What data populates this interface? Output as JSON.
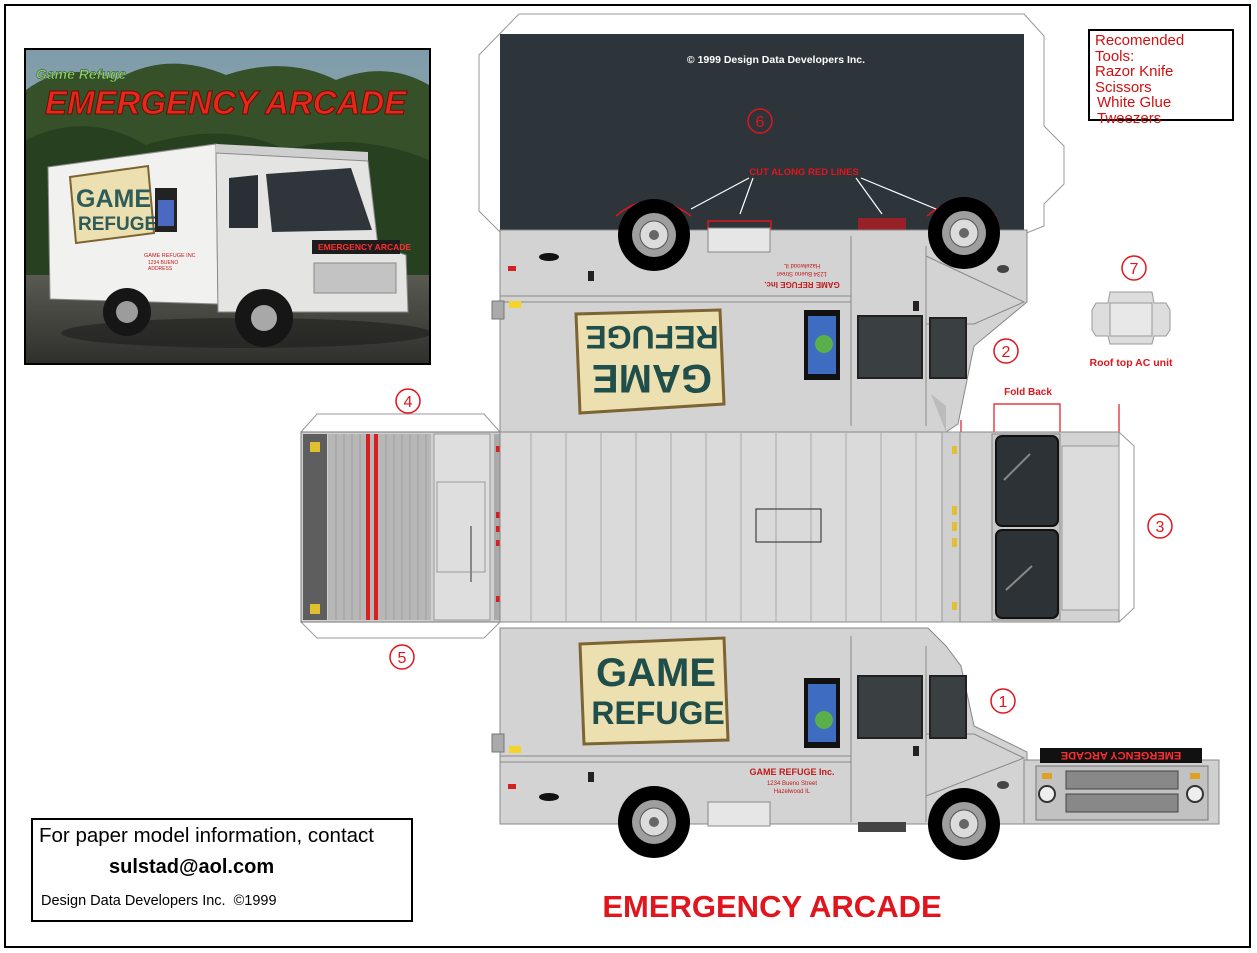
{
  "photo": {
    "brand": "Game Refuge",
    "title": "EMERGENCY ARCADE",
    "van_sign": [
      "GAME",
      "REFUGE"
    ],
    "van_marquee": "EMERGENCY ARCADE",
    "van_address": [
      "GAME REFUGE INC",
      "1234 BUENO",
      "ADDRESS"
    ]
  },
  "copyright_top": "© 1999 Design Data Developers Inc.",
  "instructions": {
    "cut": "CUT ALONG RED LINES",
    "fold": "Fold Back"
  },
  "tools": {
    "heading": "Recomended Tools:",
    "items": [
      "Razor Knife",
      "Scissors",
      "White Glue",
      "Tweezers"
    ]
  },
  "parts": [
    {
      "num": "1"
    },
    {
      "num": "2"
    },
    {
      "num": "3"
    },
    {
      "num": "4"
    },
    {
      "num": "5"
    },
    {
      "num": "6"
    },
    {
      "num": "7"
    }
  ],
  "ac_label": "Roof top AC unit",
  "logo": [
    "GAME",
    "REFUGE"
  ],
  "side_text": [
    "GAME REFUGE Inc.",
    "1234 Bueno Street",
    "Hazelwood IL"
  ],
  "marquee": "EMERGENCY ARCADE",
  "contact": {
    "line1": "For paper model information, contact",
    "email": "sulstad@aol.com",
    "footer": "Design Data Developers Inc.  ©1999"
  },
  "bottom_title": "EMERGENCY ARCADE",
  "colors": {
    "red": "#e0151d",
    "dark_roof": "#2d343a",
    "panel": "#d3d3d3"
  }
}
